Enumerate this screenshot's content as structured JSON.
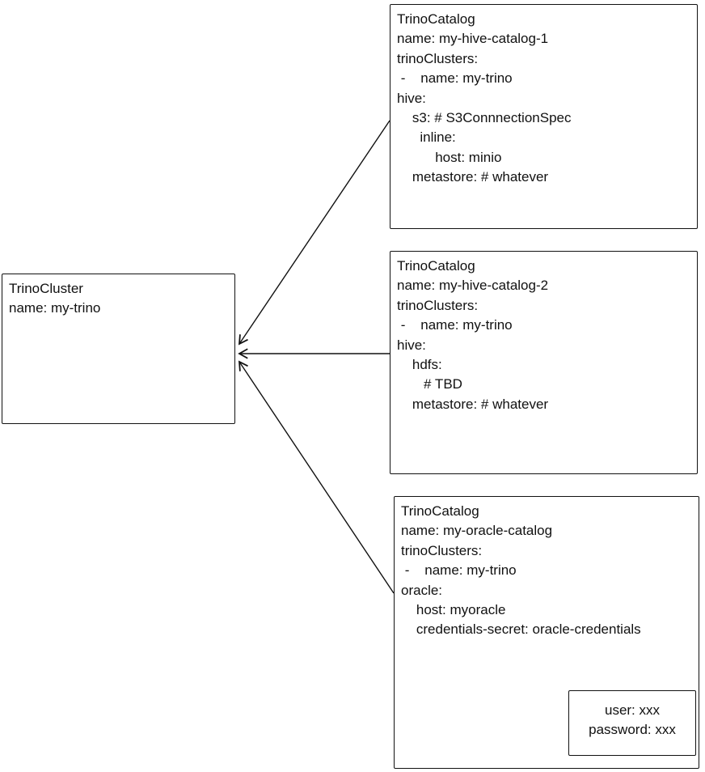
{
  "cluster": {
    "title": "TrinoCluster",
    "lines": [
      "name: my-trino"
    ]
  },
  "catalogs": [
    {
      "title": "TrinoCatalog",
      "lines": [
        "name: my-hive-catalog-1",
        "trinoClusters:",
        " -    name: my-trino",
        "hive:",
        "    s3: # S3ConnnectionSpec",
        "      inline:",
        "          host: minio",
        "    metastore: # whatever"
      ]
    },
    {
      "title": "TrinoCatalog",
      "lines": [
        "name: my-hive-catalog-2",
        "trinoClusters:",
        " -    name: my-trino",
        "hive:",
        "    hdfs:",
        "       # TBD",
        "    metastore: # whatever"
      ]
    },
    {
      "title": "TrinoCatalog",
      "lines": [
        "name: my-oracle-catalog",
        "trinoClusters:",
        " -    name: my-trino",
        "oracle:",
        "    host: myoracle",
        "    credentials-secret: oracle-credentials"
      ]
    }
  ],
  "secret": {
    "lines": [
      "user: xxx",
      "password: xxx"
    ]
  },
  "colors": {
    "stroke": "#111111",
    "background": "#ffffff"
  }
}
